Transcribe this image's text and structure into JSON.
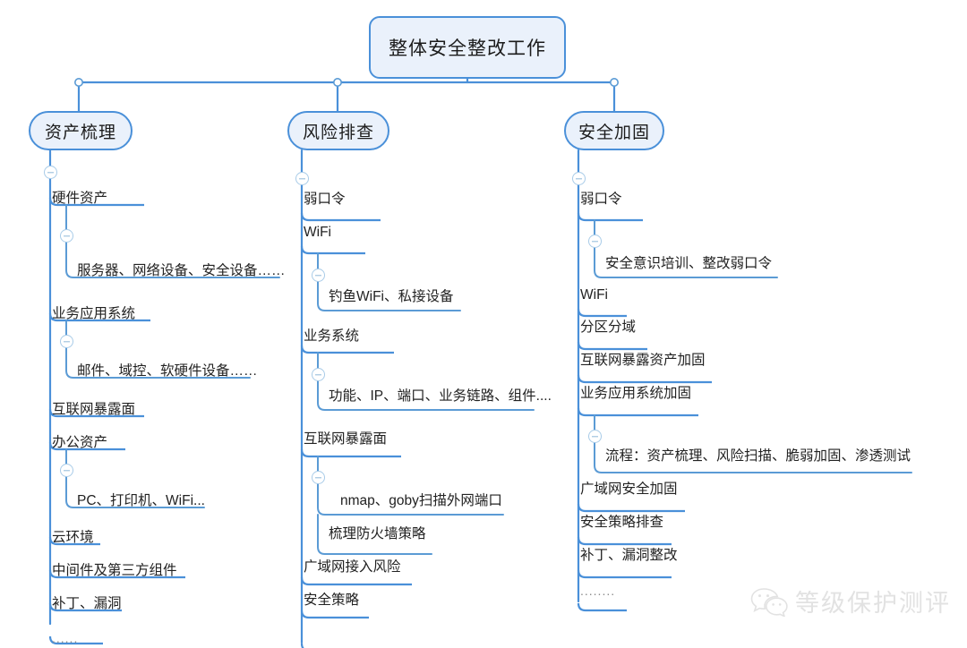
{
  "diagram": {
    "type": "mind-map",
    "title": "整体安全整改工作",
    "accent_color": "#4a90d9",
    "node_fill": "#eaf1fb",
    "text_color": "#222222"
  },
  "root": {
    "label": "整体安全整改工作"
  },
  "branches": [
    {
      "id": "asset",
      "label": "资产梳理",
      "items": [
        {
          "label": "硬件资产",
          "children": [
            "服务器、网络设备、安全设备……"
          ]
        },
        {
          "label": "业务应用系统",
          "children": [
            "邮件、域控、软硬件设备……"
          ]
        },
        {
          "label": "互联网暴露面",
          "children": []
        },
        {
          "label": "办公资产",
          "children": [
            "PC、打印机、WiFi..."
          ]
        },
        {
          "label": "云环境",
          "children": []
        },
        {
          "label": "中间件及第三方组件",
          "children": []
        },
        {
          "label": "补丁、漏洞",
          "children": []
        },
        {
          "label": "......",
          "children": []
        }
      ]
    },
    {
      "id": "risk",
      "label": "风险排查",
      "items": [
        {
          "label": "弱口令",
          "children": []
        },
        {
          "label": "WiFi",
          "children": [
            "钓鱼WiFi、私接设备"
          ]
        },
        {
          "label": "业务系统",
          "children": [
            "功能、IP、端口、业务链路、组件...."
          ]
        },
        {
          "label": "互联网暴露面",
          "children": [
            "nmap、goby扫描外网端口",
            "梳理防火墙策略"
          ]
        },
        {
          "label": "广域网接入风险",
          "children": []
        },
        {
          "label": "安全策略",
          "children": []
        },
        {
          "label": "......",
          "children": []
        }
      ]
    },
    {
      "id": "harden",
      "label": "安全加固",
      "items": [
        {
          "label": "弱口令",
          "children": [
            "安全意识培训、整改弱口令"
          ]
        },
        {
          "label": "WiFi",
          "children": []
        },
        {
          "label": "分区分域",
          "children": []
        },
        {
          "label": "互联网暴露资产加固",
          "children": []
        },
        {
          "label": "业务应用系统加固",
          "children": [
            "流程：资产梳理、风险扫描、脆弱加固、渗透测试"
          ]
        },
        {
          "label": "广域网安全加固",
          "children": []
        },
        {
          "label": "安全策略排查",
          "children": []
        },
        {
          "label": "补丁、漏洞整改",
          "children": []
        },
        {
          "label": "........",
          "children": []
        }
      ]
    }
  ],
  "watermark": {
    "label": "等级保护测评",
    "icon": "wechat-icon"
  }
}
